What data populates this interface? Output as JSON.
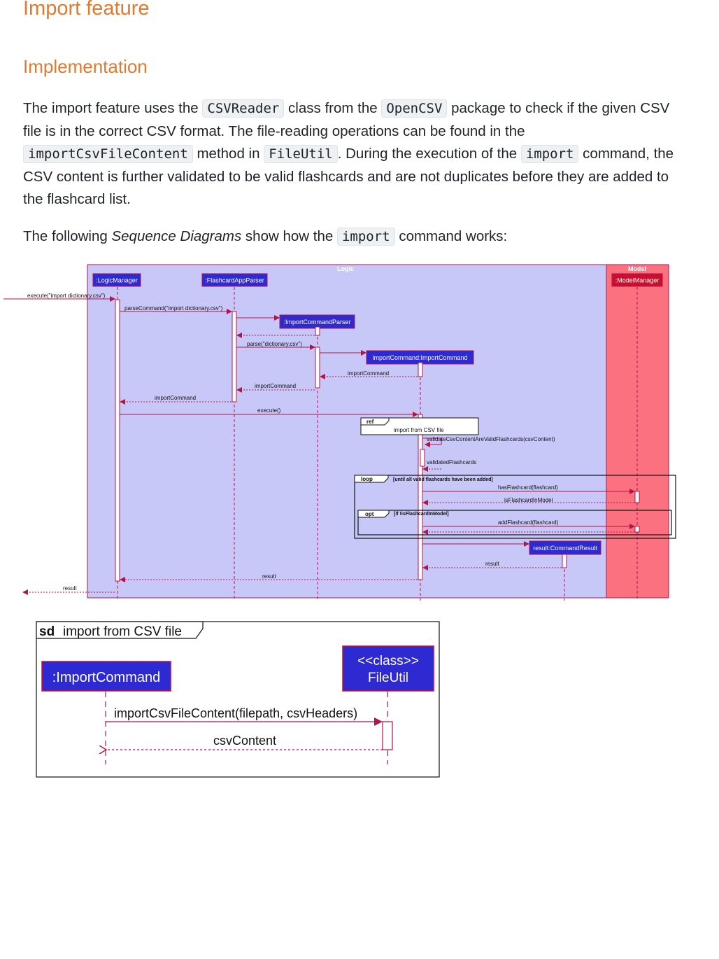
{
  "heading": "Import feature",
  "subheading": "Implementation",
  "para1": {
    "t1": "The import feature uses the ",
    "c1": "CSVReader",
    "t2": " class from the ",
    "c2": "OpenCSV",
    "t3": " package to check if the given CSV file is in the correct CSV format. The file-reading operations can be found in the ",
    "c3": "importCsvFileContent",
    "t4": " method in ",
    "c4": "FileUtil",
    "t5": ". During the execution of the ",
    "c5": "import",
    "t6": " command, the CSV content is further validated to be valid flashcards and are not duplicates before they are added to the flashcard list."
  },
  "para2": {
    "t1": "The following ",
    "em": "Sequence Diagrams",
    "t2": " show how the ",
    "c1": "import",
    "t3": " command works:"
  },
  "diagram1": {
    "logic_label": "Logic",
    "model_label": "Model",
    "participants": {
      "logic_manager": ":LogicManager",
      "parser": ":FlashcardAppParser",
      "import_parser": ":ImportCommandParser",
      "import_command": "importCommand:ImportCommand",
      "model_manager": ":ModelManager",
      "command_result": "result:CommandResult"
    },
    "messages": {
      "execute_in": "execute(\"import dictionary.csv\")",
      "parse_command": "parseCommand(\"import dictionary.csv\")",
      "parse": "parse(\"dictionary.csv\")",
      "ret_import_cmd_1": "importCommand",
      "ret_import_cmd_2": "importCommand",
      "ret_import_cmd_3": "importCommand",
      "execute": "execute()",
      "validate": "validateCsvContentAreValidFlashcards(csvContent)",
      "validated": "validatedFlashcards",
      "has_flashcard": "hasFlashcard(flashcard)",
      "is_in_model": "isFlashcardInModel",
      "add_flashcard": "addFlashcard(flashcard)",
      "result_1": "result",
      "result_2": "result",
      "result_3": "result"
    },
    "ref": {
      "tag": "ref",
      "text": "import from CSV file"
    },
    "loop": {
      "tag": "loop",
      "guard": "[until all valid flashcards have been added]"
    },
    "opt": {
      "tag": "opt",
      "guard": "[if !isFlashcardInModel]"
    },
    "colors": {
      "logic_bg": "#c8c8f8",
      "model_bg": "#fc7180",
      "participant": "#2d2ad1",
      "model_participant": "#c8102e",
      "line": "#b0154a"
    }
  },
  "diagram2": {
    "frame_tag": "sd",
    "frame_title": "import from CSV file",
    "participant_left": ":ImportCommand",
    "participant_right_stereo": "<<class>>",
    "participant_right_name": "FileUtil",
    "call": "importCsvFileContent(filepath, csvHeaders)",
    "ret": "csvContent"
  }
}
